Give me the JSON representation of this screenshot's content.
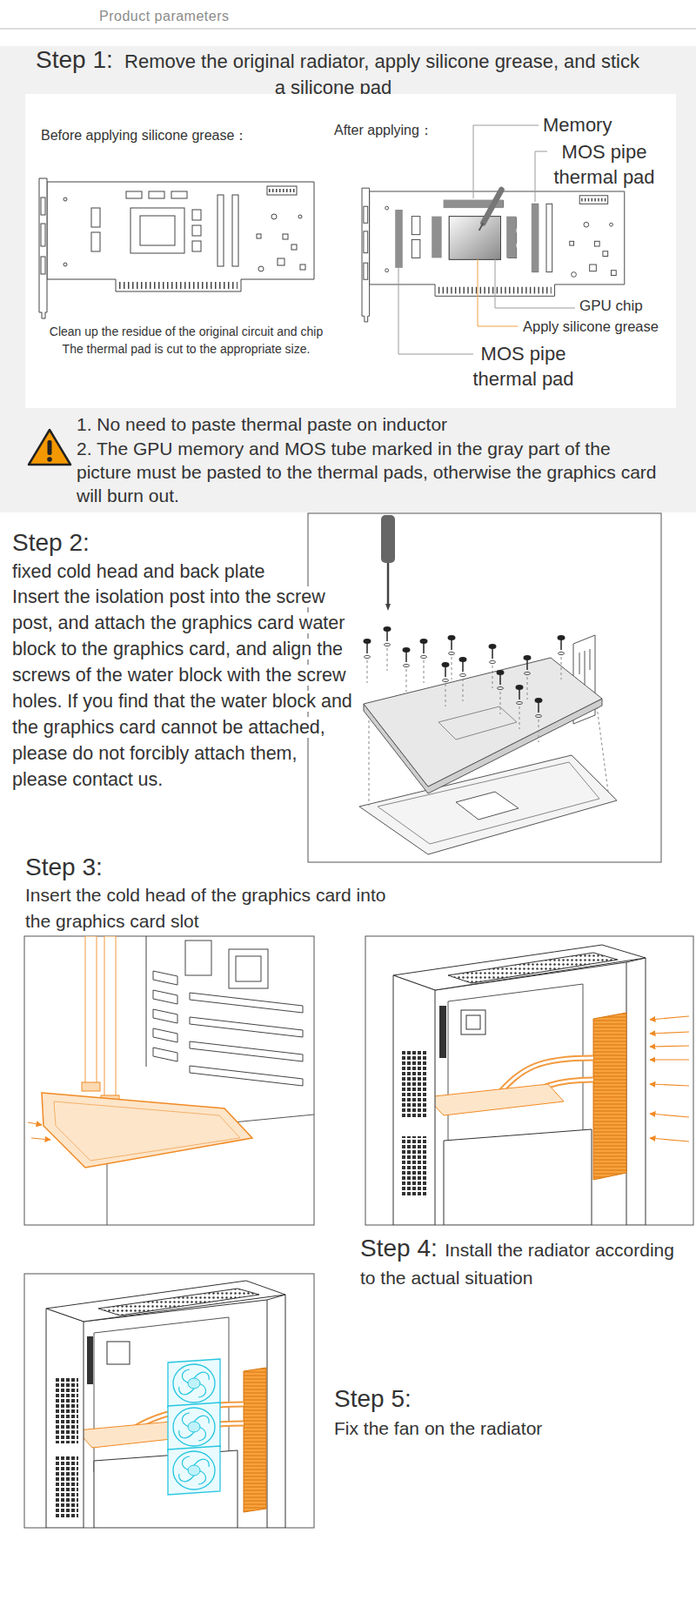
{
  "diagram": {
    "title": "Product parameters",
    "nodes": [
      {
        "text": [
          "Step 1:",
          "Remove the original radiator, apply silicone grease, and stick a silicone pad",
          "1. No need to paste thermal paste on inductor",
          "2. The GPU memory and MOS tube marked in the gray part of the picture must be pasted to the thermal pads, otherwise the graphics card will burn out."
        ]
      },
      {
        "text": [
          "Before applying silicone grease：",
          "After applying：",
          "Memory",
          "MOS pipe thermal pad",
          "GPU chip",
          "Apply silicone grease",
          "MOS pipe thermal pad",
          "Clean up the residue of the original circuit and chip",
          "The thermal pad is cut to the appropriate size."
        ],
        "in": 0
      }
    ],
    "labels": [
      "Step 2:",
      "fixed cold head and back plate",
      "Insert the isolation post into the screw post, and attach the graphics card water block to the graphics card, and align the screws of the water block with the screw holes. If you find that the water block and the graphics card cannot be attached, please do not forcibly attach them, please contact us.",
      "Step 3:",
      "Insert the cold head of the graphics card into the graphics card slot",
      "Step 4:",
      "Install the radiator according to the actual situation",
      "Step 5:",
      "Fix the fan on the radiator"
    ]
  }
}
